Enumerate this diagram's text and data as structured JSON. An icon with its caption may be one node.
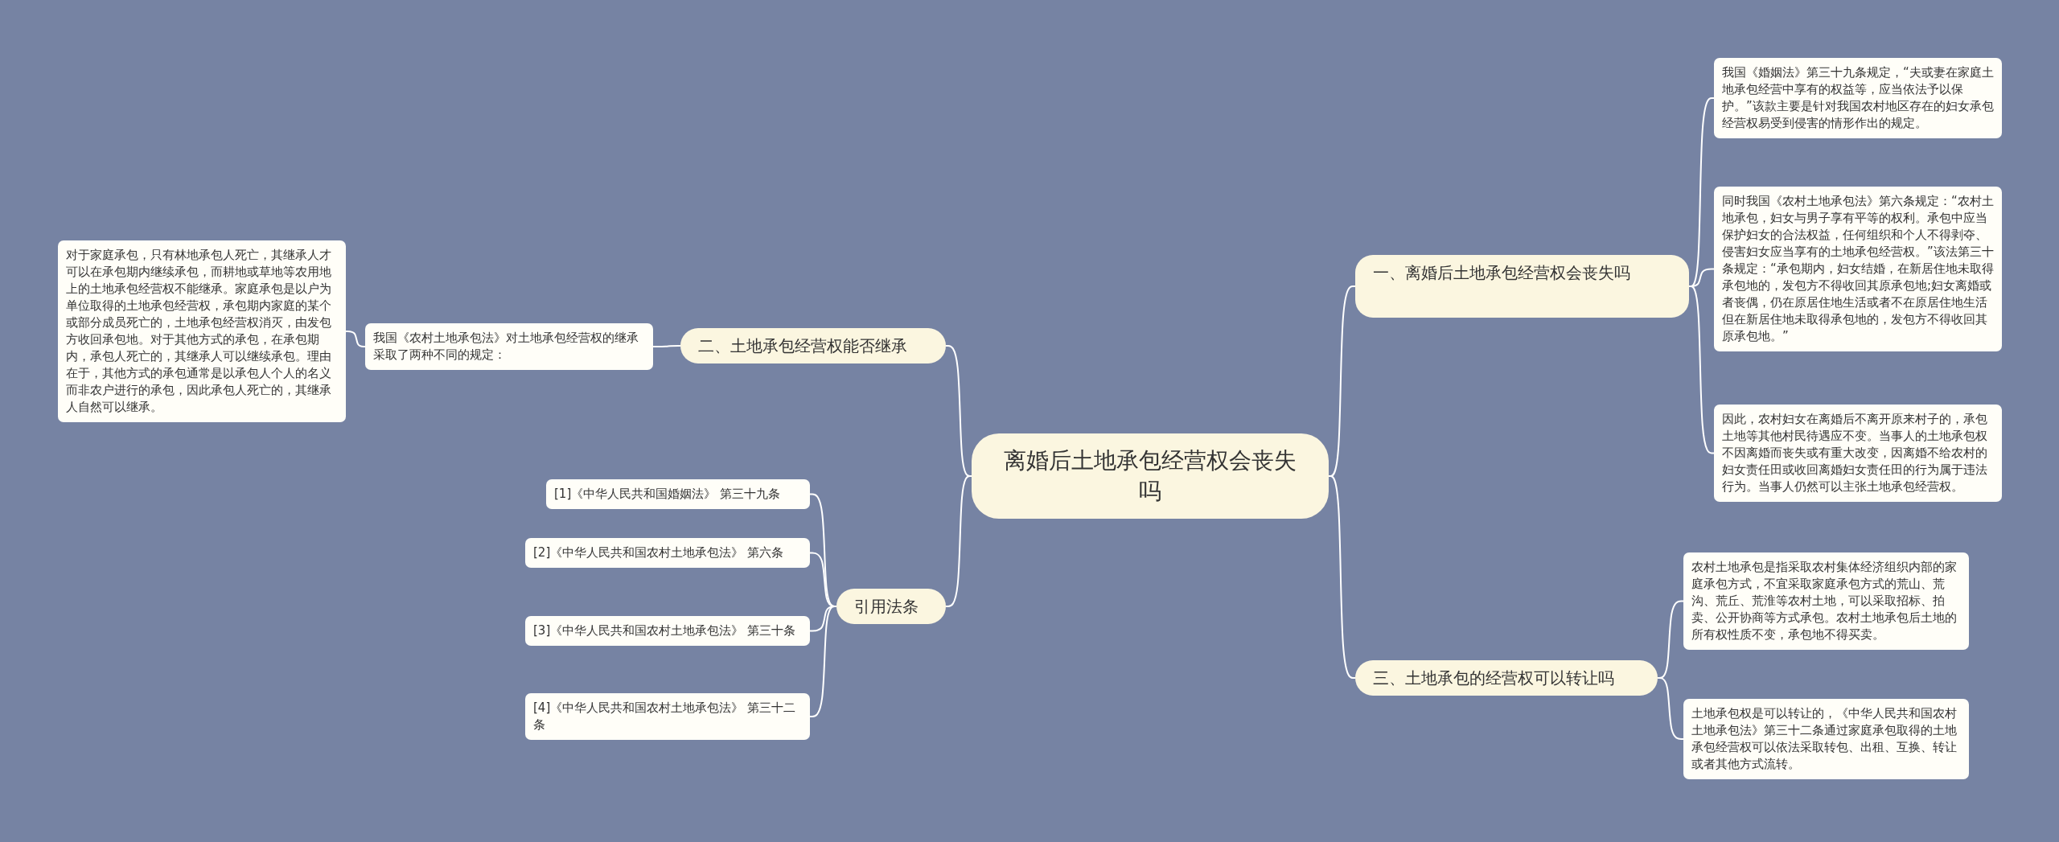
{
  "diagram": {
    "nodes": [
      {
        "text": [
          "离婚后土地承包经营权会丧失吗"
        ]
      },
      {
        "text": [
          "一、离婚后土地承包经营权会丧失吗"
        ]
      },
      {
        "text": [
          "我国《婚姻法》第三十九条规定，“夫或妻在家庭土地承包经营中享有的权益等，应当依法予以保护。”该款主要是针对我国农村地区存在的妇女承包经营权易受到侵害的情形作出的规定。"
        ]
      },
      {
        "text": [
          "同时我国《农村土地承包法》第六条规定：“农村土地承包，妇女与男子享有平等的权利。承包中应当保护妇女的合法权益，任何组织和个人不得剥夺、侵害妇女应当享有的土地承包经营权。”该法第三十条规定：“承包期内，妇女结婚，在新居住地未取得承包地的，发包方不得收回其原承包地;妇女离婚或者丧偶，仍在原居住地生活或者不在原居住地生活但在新居住地未取得承包地的，发包方不得收回其原承包地。”"
        ]
      },
      {
        "text": [
          "因此，农村妇女在离婚后不离开原来村子的，承包土地等其他村民待遇应不变。当事人的土地承包权不因离婚而丧失或有重大改变，因离婚不给农村的妇女责任田或收回离婚妇女责任田的行为属于违法行为。当事人仍然可以主张土地承包经营权。"
        ]
      },
      {
        "text": [
          "二、土地承包经营权能否继承"
        ]
      },
      {
        "text": [
          "我国《农村土地承包法》对土地承包经营权的继承采取了两种不同的规定："
        ]
      },
      {
        "text": [
          "对于家庭承包，只有林地承包人死亡，其继承人才可以在承包期内继续承包，而耕地或草地等农用地上的土地承包经营权不能继承。家庭承包是以户为单位取得的土地承包经营权，承包期内家庭的某个或部分成员死亡的，土地承包经营权消灭，由发包方收回承包地。对于其他方式的承包，在承包期内，承包人死亡的，其继承人可以继续承包。理由在于，其他方式的承包通常是以承包人个人的名义而非农户进行的承包，因此承包人死亡的，其继承人自然可以继承。"
        ]
      },
      {
        "text": [
          "三、土地承包的经营权可以转让吗"
        ]
      },
      {
        "text": [
          "农村土地承包是指采取农村集体经济组织内部的家庭承包方式，不宜采取家庭承包方式的荒山、荒沟、荒丘、荒淮等农村土地，可以采取招标、拍卖、公开协商等方式承包。农村土地承包后土地的所有权性质不变，承包地不得买卖。"
        ]
      },
      {
        "text": [
          "土地承包权是可以转让的，《中华人民共和国农村土地承包法》第三十二条通过家庭承包取得的土地承包经营权可以依法采取转包、出租、互换、转让或者其他方式流转。"
        ]
      },
      {
        "text": [
          "引用法条"
        ]
      },
      {
        "text": [
          "[1]《中华人民共和国婚姻法》 第三十九条"
        ]
      },
      {
        "text": [
          "[2]《中华人民共和国农村土地承包法》 第六条"
        ]
      },
      {
        "text": [
          "[3]《中华人民共和国农村土地承包法》 第三十条"
        ]
      },
      {
        "text": [
          "[4]《中华人民共和国农村土地承包法》 第三十二条"
        ]
      }
    ],
    "edges": [
      {
        "from": 0,
        "to": 1,
        "arrow": "none"
      },
      {
        "from": 1,
        "to": 2,
        "arrow": "none"
      },
      {
        "from": 1,
        "to": 3,
        "arrow": "none"
      },
      {
        "from": 1,
        "to": 4,
        "arrow": "none"
      },
      {
        "from": 0,
        "to": 5,
        "arrow": "none"
      },
      {
        "from": 5,
        "to": 6,
        "arrow": "none"
      },
      {
        "from": 6,
        "to": 7,
        "arrow": "none"
      },
      {
        "from": 0,
        "to": 8,
        "arrow": "none"
      },
      {
        "from": 8,
        "to": 9,
        "arrow": "none"
      },
      {
        "from": 8,
        "to": 10,
        "arrow": "none"
      },
      {
        "from": 0,
        "to": 11,
        "arrow": "none"
      },
      {
        "from": 11,
        "to": 12,
        "arrow": "none"
      },
      {
        "from": 11,
        "to": 13,
        "arrow": "none"
      },
      {
        "from": 11,
        "to": 14,
        "arrow": "none"
      },
      {
        "from": 11,
        "to": 15,
        "arrow": "none"
      }
    ]
  }
}
